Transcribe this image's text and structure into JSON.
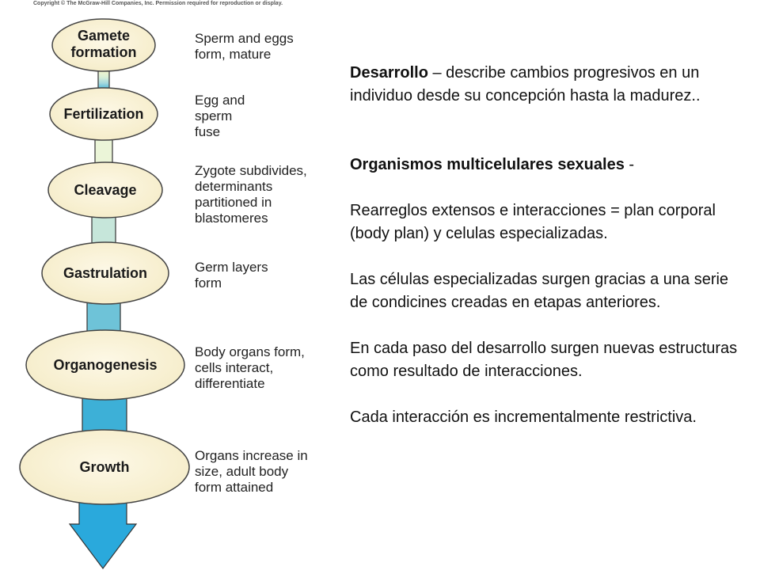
{
  "copyright": "Copyright © The McGraw-Hill Companies, Inc. Permission required for reproduction or display.",
  "stages": [
    {
      "name": "Gamete\nformation",
      "description": "Sperm and eggs\nform, mature"
    },
    {
      "name": "Fertilization",
      "description": "Egg and\nsperm\nfuse"
    },
    {
      "name": "Cleavage",
      "description": "Zygote subdivides,\ndeterminants\npartitioned in\nblastomeres"
    },
    {
      "name": "Gastrulation",
      "description": "Germ layers\nform"
    },
    {
      "name": "Organogenesis",
      "description": "Body organs form,\ncells interact,\ndifferentiate"
    },
    {
      "name": "Growth",
      "description": "Organs increase in\nsize, adult body\nform attained"
    }
  ],
  "text": {
    "p1_bold": "Desarrollo",
    "p1_rest": " – describe cambios progresivos en un individuo desde su concepción hasta la madurez..",
    "p2_bold": "Organismos multicelulares sexuales",
    "p2_rest": " -",
    "p3": "Rearreglos extensos e interacciones = plan corporal (body plan) y celulas especializadas.",
    "p4": "Las células especializadas surgen gracias a una serie de condicines creadas en etapas anteriores.",
    "p5": "En cada paso del desarrollo surgen nuevas estructuras como resultado de interacciones.",
    "p6": "Cada interacción es incrementalmente restrictiva."
  },
  "colors": {
    "oval_fill": "#faf3d6",
    "stem_top": "#f6f6cc",
    "stem_bottom": "#2aa0cf",
    "arrow": "#2aa9dc"
  }
}
